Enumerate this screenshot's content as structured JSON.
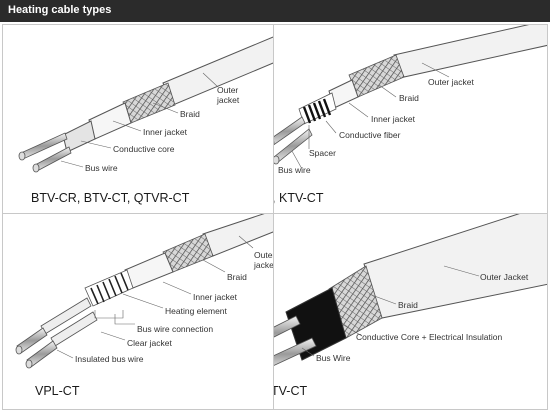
{
  "header": {
    "title": "Heating cable types"
  },
  "panels": {
    "btv": {
      "title": "BTV-CR, BTV-CT, QTVR-CT",
      "labels": {
        "outer_jacket": "Outer jacket",
        "braid": "Braid",
        "inner_jacket": "Inner jacket",
        "conductive_core": "Conductive core",
        "bus_wire": "Bus wire"
      }
    },
    "xtv": {
      "title": "XTV-CT, KTV-CT",
      "labels": {
        "outer_jacket": "Outer jacket",
        "braid": "Braid",
        "inner_jacket": "Inner jacket",
        "conductive_fiber": "Conductive fiber",
        "spacer": "Spacer",
        "bus_wire": "Bus wire"
      }
    },
    "vpl": {
      "title": "VPL-CT",
      "labels": {
        "outer_jacket": "Outer jacket",
        "braid": "Braid",
        "inner_jacket": "Inner jacket",
        "heating_element": "Heating element",
        "bus_wire_connection": "Bus wire connection",
        "clear_jacket": "Clear jacket",
        "insulated_bus_wire": "Insulated bus wire"
      }
    },
    "htv": {
      "title": "HTV-CT",
      "labels": {
        "outer_jacket": "Outer Jacket",
        "braid": "Braid",
        "conductive_core": "Conductive Core + Electrical Insulation",
        "bus_wire": "Bus Wire"
      }
    }
  }
}
